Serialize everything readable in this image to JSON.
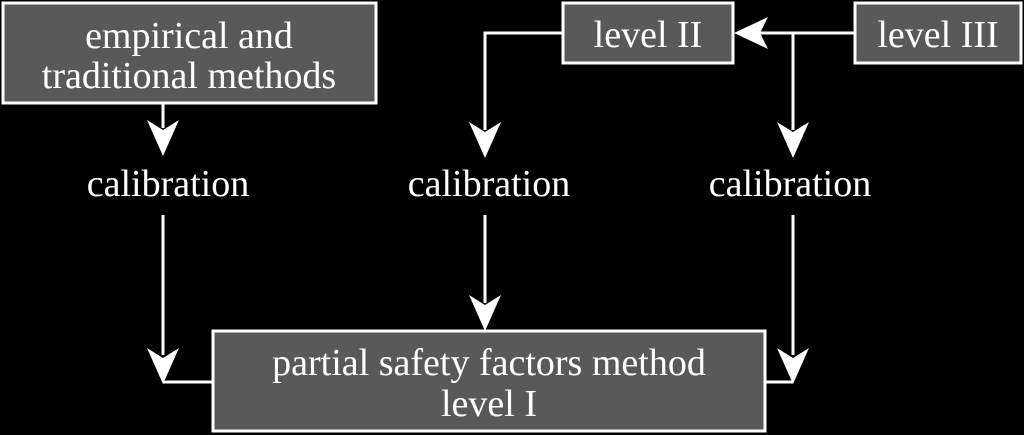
{
  "colors": {
    "background": "#000000",
    "box_fill": "#595959",
    "box_border": "#ffffff",
    "text": "#ffffff",
    "connector": "#ffffff"
  },
  "boxes": {
    "empirical": {
      "line1": "empirical and",
      "line2": "traditional methods"
    },
    "level2": {
      "label": "level II"
    },
    "level3": {
      "label": "level III"
    },
    "partial": {
      "line1": "partial safety factors method",
      "line2": "level I"
    }
  },
  "labels": {
    "calibration_left": "calibration",
    "calibration_middle": "calibration",
    "calibration_right": "calibration"
  }
}
